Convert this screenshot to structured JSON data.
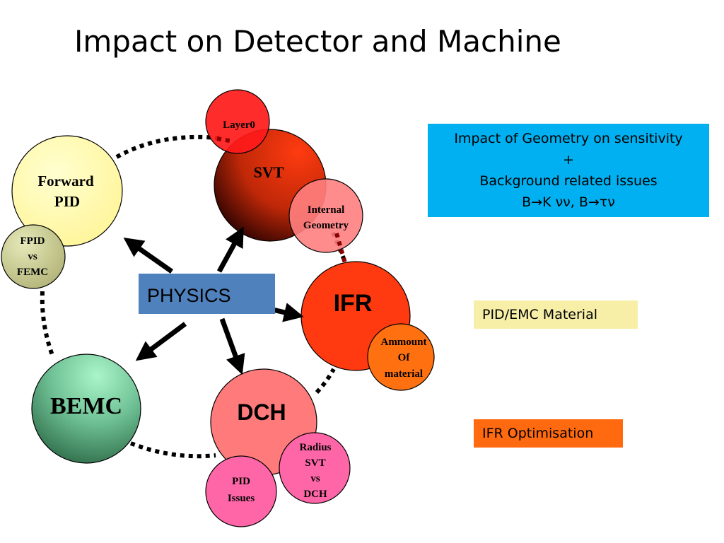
{
  "title": "Impact on Detector and Machine",
  "center": {
    "label": "PHYSICS"
  },
  "nodes": {
    "forward_pid": {
      "line1": "Forward",
      "line2": "PID"
    },
    "fpid_vs_femc": {
      "line1": "FPID",
      "line2": "vs",
      "line3": "FEMC"
    },
    "layer0": {
      "label": "Layer0"
    },
    "svt": {
      "label": "SVT"
    },
    "internal_geometry": {
      "line1": "Internal",
      "line2": "Geometry"
    },
    "ifr": {
      "label": "IFR"
    },
    "amount_of_material": {
      "line1": "Ammount",
      "line2": "Of",
      "line3": "material"
    },
    "dch": {
      "label": "DCH"
    },
    "radius_svt_vs_dch": {
      "line1": "Radius",
      "line2": "SVT",
      "line3": "vs",
      "line4": "DCH"
    },
    "pid_issues": {
      "line1": "PID",
      "line2": "Issues"
    },
    "bemc": {
      "label": "BEMC"
    }
  },
  "info_boxes": {
    "geometry": {
      "line1": "Impact of Geometry on sensitivity",
      "line2": "+",
      "line3": "Background related issues",
      "line4": "B→K νν, B→τν"
    },
    "pid_emc": "PID/EMC Material",
    "ifr_opt": "IFR Optimisation"
  },
  "colors": {
    "blue_box": "#00b0f0",
    "yellow_box": "#f7efa8",
    "orange_box": "#ff6a10",
    "physics_box": "#4f81bd"
  }
}
